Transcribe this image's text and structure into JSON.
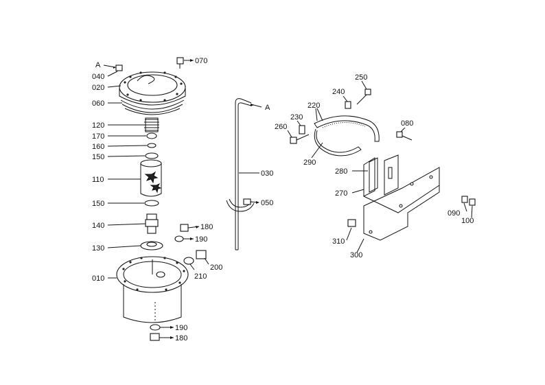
{
  "labels": {
    "A_top": "A",
    "p040": "040",
    "p020": "020",
    "p060": "060",
    "p070": "070",
    "p120": "120",
    "p170": "170",
    "p160": "160",
    "p150a": "150",
    "p110": "110",
    "p150b": "150",
    "p140": "140",
    "p130": "130",
    "p010": "010",
    "p180a": "180",
    "p190a": "190",
    "p200": "200",
    "p210": "210",
    "p190b": "190",
    "p180b": "180",
    "A_pipe": "A",
    "p030": "030",
    "p050": "050",
    "p250": "250",
    "p240": "240",
    "p220": "220",
    "p230": "230",
    "p260": "260",
    "p290": "290",
    "p080": "080",
    "p280": "280",
    "p270": "270",
    "p090": "090",
    "p100": "100",
    "p310": "310",
    "p300": "300"
  }
}
